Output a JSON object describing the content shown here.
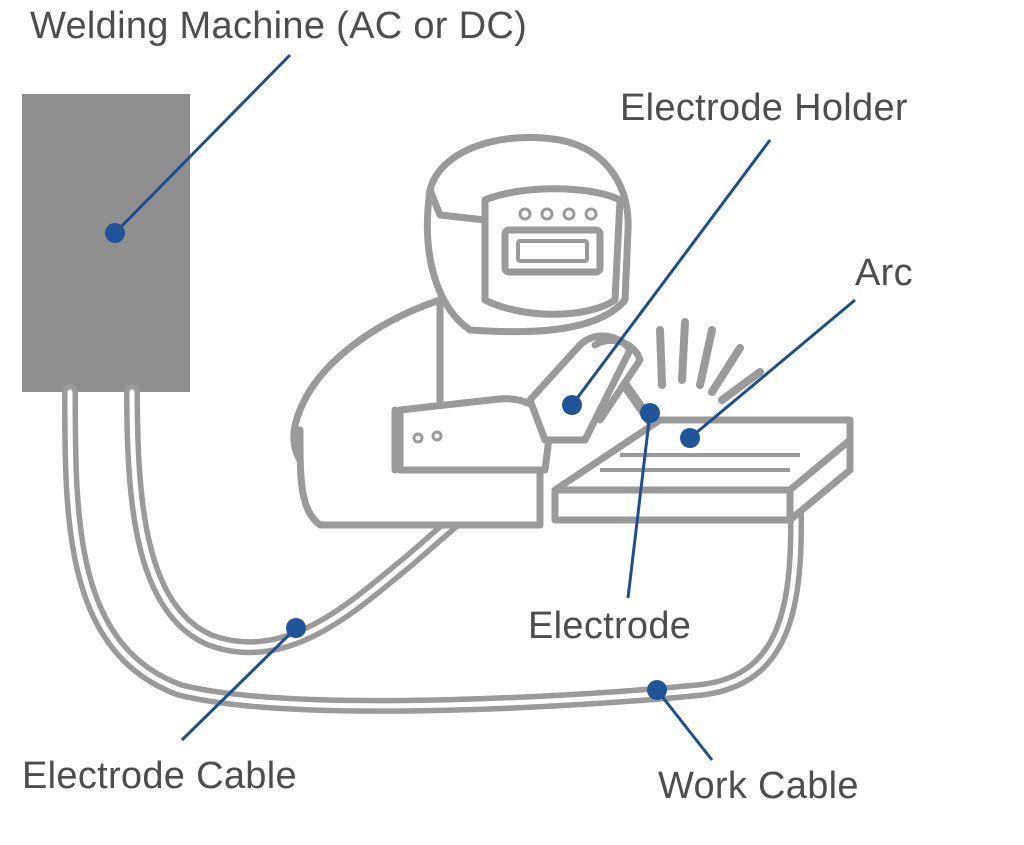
{
  "labels": {
    "welding_machine": "Welding Machine (AC or DC)",
    "electrode_holder": "Electrode Holder",
    "arc": "Arc",
    "electrode": "Electrode",
    "electrode_cable": "Electrode Cable",
    "work_cable": "Work Cable"
  },
  "colors": {
    "outline": "#9a9a9a",
    "machine_fill": "#8f8f8f",
    "leader": "#1f4e8c",
    "dot": "#1f5598",
    "text": "#4d4d4d",
    "background": "#ffffff"
  }
}
